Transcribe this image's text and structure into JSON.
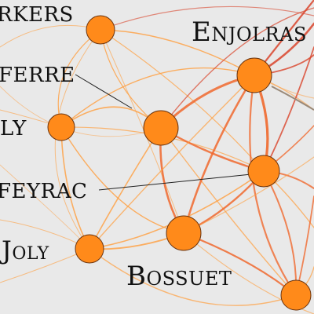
{
  "colors": {
    "background": "#e9e9e9",
    "node_fill": "#ff8a1a",
    "node_stroke": "#6a3410",
    "edge_light": "#ff9e3d",
    "edge_strong": "#f0692e",
    "edge_red": "#d9442b",
    "leader_line": "#222222",
    "label": "#111111"
  },
  "labels": {
    "workers": "RKERS",
    "enjolras": "Enjolras",
    "feuilly_ferre": "FERRE",
    "joly_top": "LY",
    "courfeyrac": "FEYRAC",
    "joly": "Joly",
    "bossuet": "Bossuet"
  }
}
